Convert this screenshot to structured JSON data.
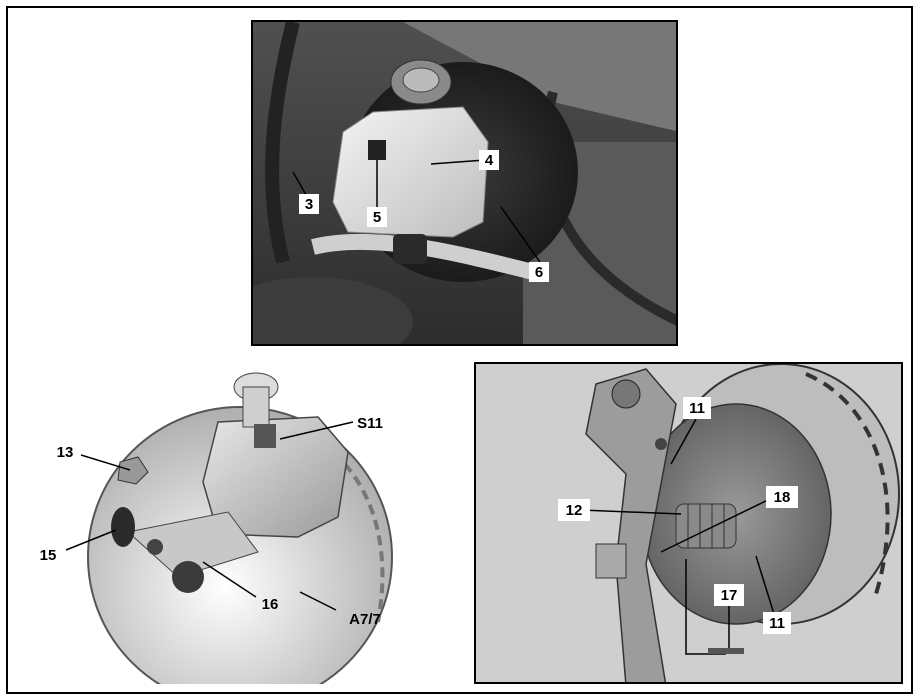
{
  "figure": {
    "top_photo": {
      "labels": {
        "l3": "3",
        "l4": "4",
        "l5": "5",
        "l6": "6"
      }
    },
    "bottom_left_drawing": {
      "labels": {
        "l13": "13",
        "l15": "15",
        "l16": "16",
        "lS11": "S11",
        "lA77": "A7/7"
      }
    },
    "bottom_right_drawing": {
      "labels": {
        "l11a": "11",
        "l11b": "11",
        "l12": "12",
        "l17": "17",
        "l18": "18"
      }
    }
  }
}
